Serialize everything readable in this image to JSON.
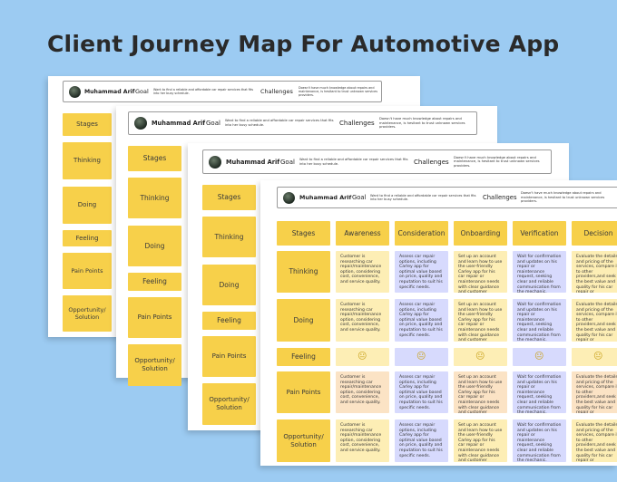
{
  "headline": "Client Journey Map For Automotive App",
  "persona": {
    "name": "Muhammad Arif",
    "goal_label": "Goal",
    "goal_text": "Want to find a reliable and affordable car repair services that fits into her busy schedule.",
    "challenges_label": "Challenges",
    "challenges_text": "Doesn't have much knowledge about repairs and maintenance, is hesitant to trust unknown services providers."
  },
  "row_labels": {
    "stages": "Stages",
    "thinking": "Thinking",
    "doing": "Doing",
    "feeling": "Feeling",
    "pain_points": "Pain Points",
    "opportunity": "Opportunity/\nSolution"
  },
  "stages": [
    "Awareness",
    "Consideration",
    "Onboarding",
    "Verification",
    "Decision"
  ],
  "cells": {
    "awareness": "Customer is researching car repair/maintenance option, considering cost, convenience, and service quality.",
    "consideration": "Assess car repair options, including Carley app for optimal value based on price, quality and reputation to suit his specific needs.",
    "onboarding": "Set up an account and learn how to use the user-friendly Carley app for his car repair or maintenance needs with clear guidance and customer support.",
    "verification": "Wait for confirmation and updates on his repair or maintenance request, seeking clear and reliable communication from the mechanic.",
    "decision": "Evaluate the details and pricing of the services, compare it to other providers,and seek the best value and quality for his car repair or maintenance needs."
  },
  "feeling_emoji": "😐",
  "colors": {
    "background": "#9ccbf2",
    "label_yellow": "#f7d04a",
    "cell_yellow": "#fdeeb5",
    "cell_lavender": "#d7dafd",
    "cell_peach": "#fbe3c5"
  }
}
